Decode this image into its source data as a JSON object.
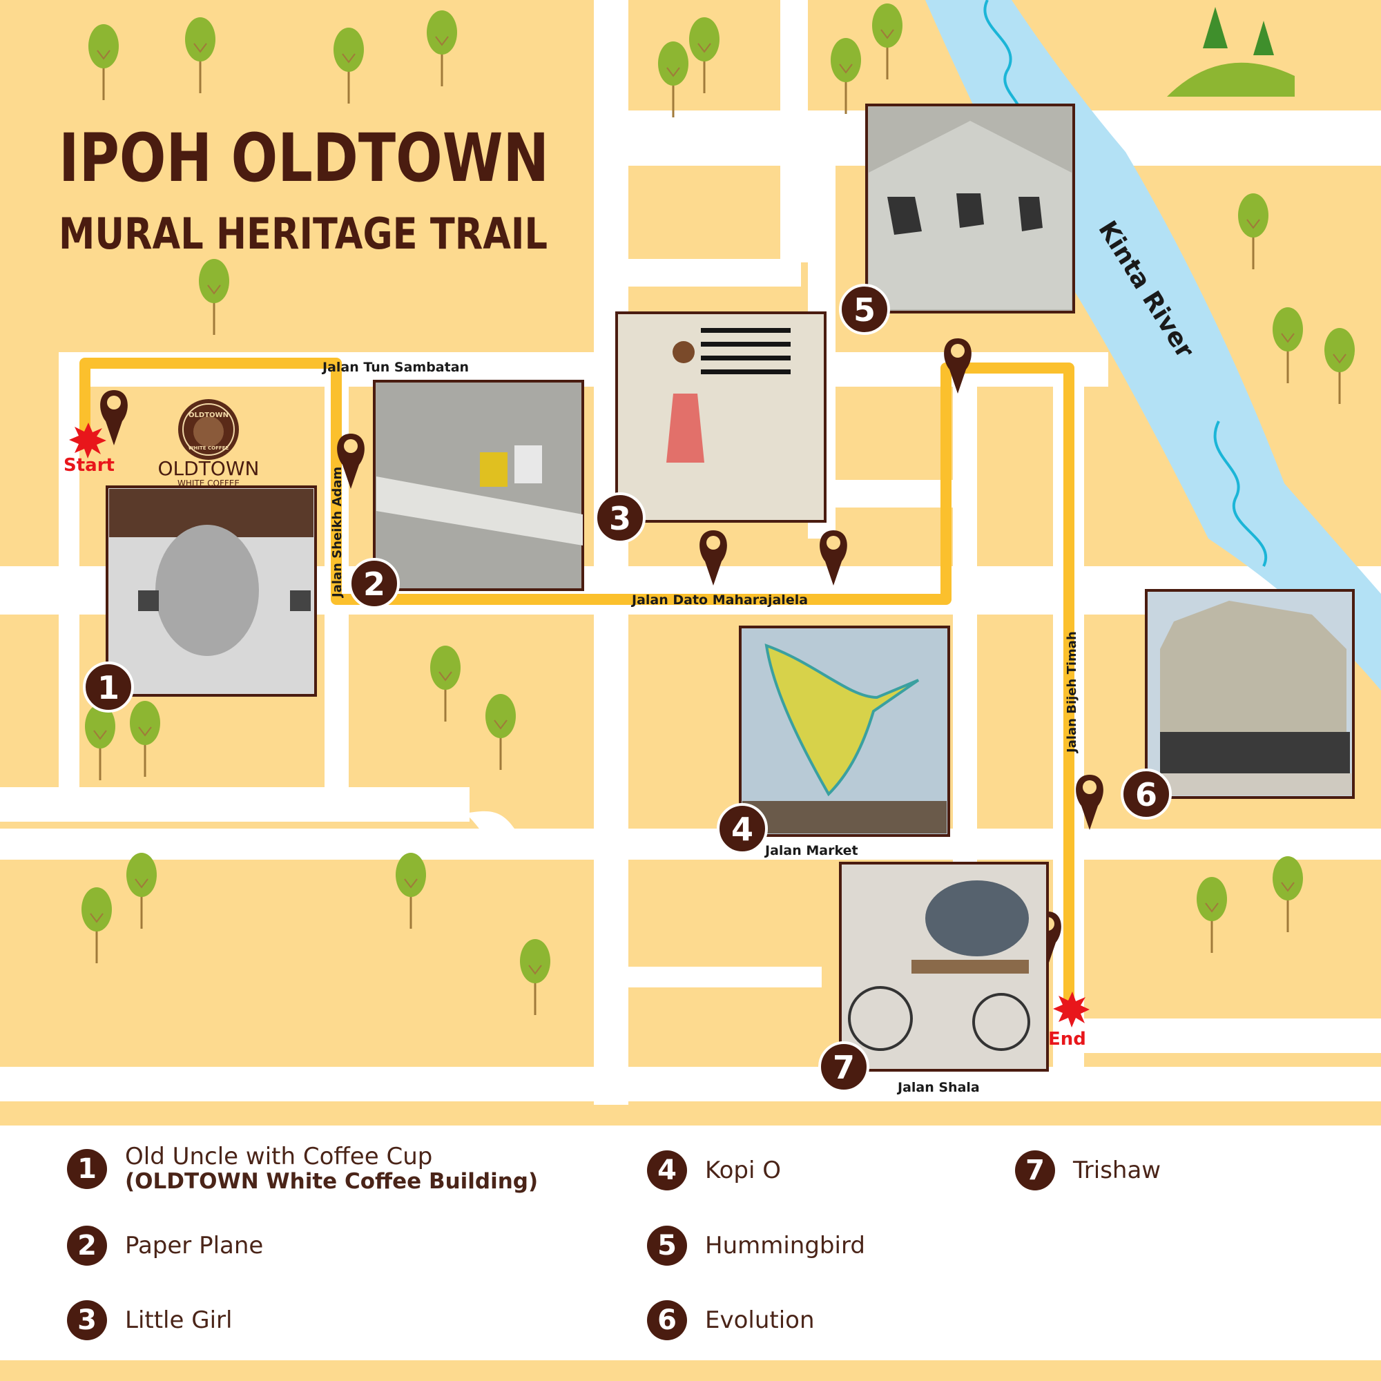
{
  "title": {
    "line1": "IPOH OLDTOWN",
    "line2": "MURAL HERITAGE TRAIL"
  },
  "brand": {
    "name": "OLDTOWN",
    "tagline": "WHITE COFFEE",
    "badge_top": "OLDTOWN",
    "badge_bottom": "WHITE COFFEE"
  },
  "route": {
    "start_label": "Start",
    "end_label": "End",
    "route_color": "#fbc02d",
    "start_end_color": "#e8161b"
  },
  "river": {
    "name": "Kinta River",
    "color": "#b3e1f5"
  },
  "streets": {
    "tun_sambatan": "Jalan Tun Sambatan",
    "sheikh_adam": "Jalan Sheikh Adam",
    "dato_maharajalela": "Jalan Dato Maharajalela",
    "market": "Jalan Market",
    "bijeh_timah": "Jalan Bijeh Timah",
    "shala": "Jalan Shala"
  },
  "photo_numbers": [
    "1",
    "2",
    "3",
    "4",
    "5",
    "6",
    "7"
  ],
  "legend": [
    {
      "num": "1",
      "name": "Old Uncle with Coffee Cup",
      "sub": "(OLDTOWN White Coffee Building)"
    },
    {
      "num": "2",
      "name": "Paper Plane"
    },
    {
      "num": "3",
      "name": "Little Girl"
    },
    {
      "num": "4",
      "name": "Kopi O"
    },
    {
      "num": "5",
      "name": "Hummingbird"
    },
    {
      "num": "6",
      "name": "Evolution"
    },
    {
      "num": "7",
      "name": "Trishaw"
    }
  ],
  "colors": {
    "land": "#fdda8f",
    "road": "#ffffff",
    "marker": "#4a1c10",
    "tree": "#8db632",
    "title": "#4a1c10"
  }
}
